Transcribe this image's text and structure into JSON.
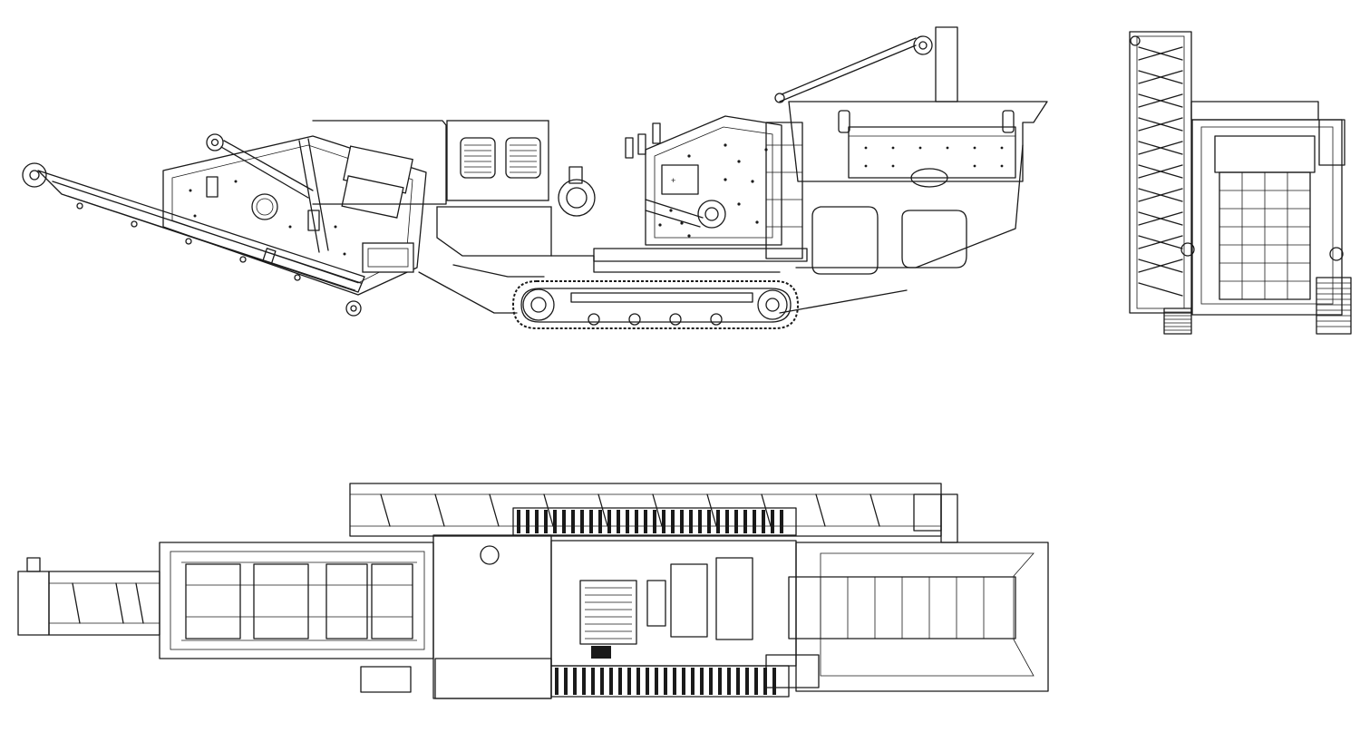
{
  "drawing": {
    "views": [
      "side-elevation",
      "rear-elevation",
      "top-plan"
    ],
    "colors": {
      "line": "#1a1a1a",
      "background": "#ffffff"
    }
  }
}
